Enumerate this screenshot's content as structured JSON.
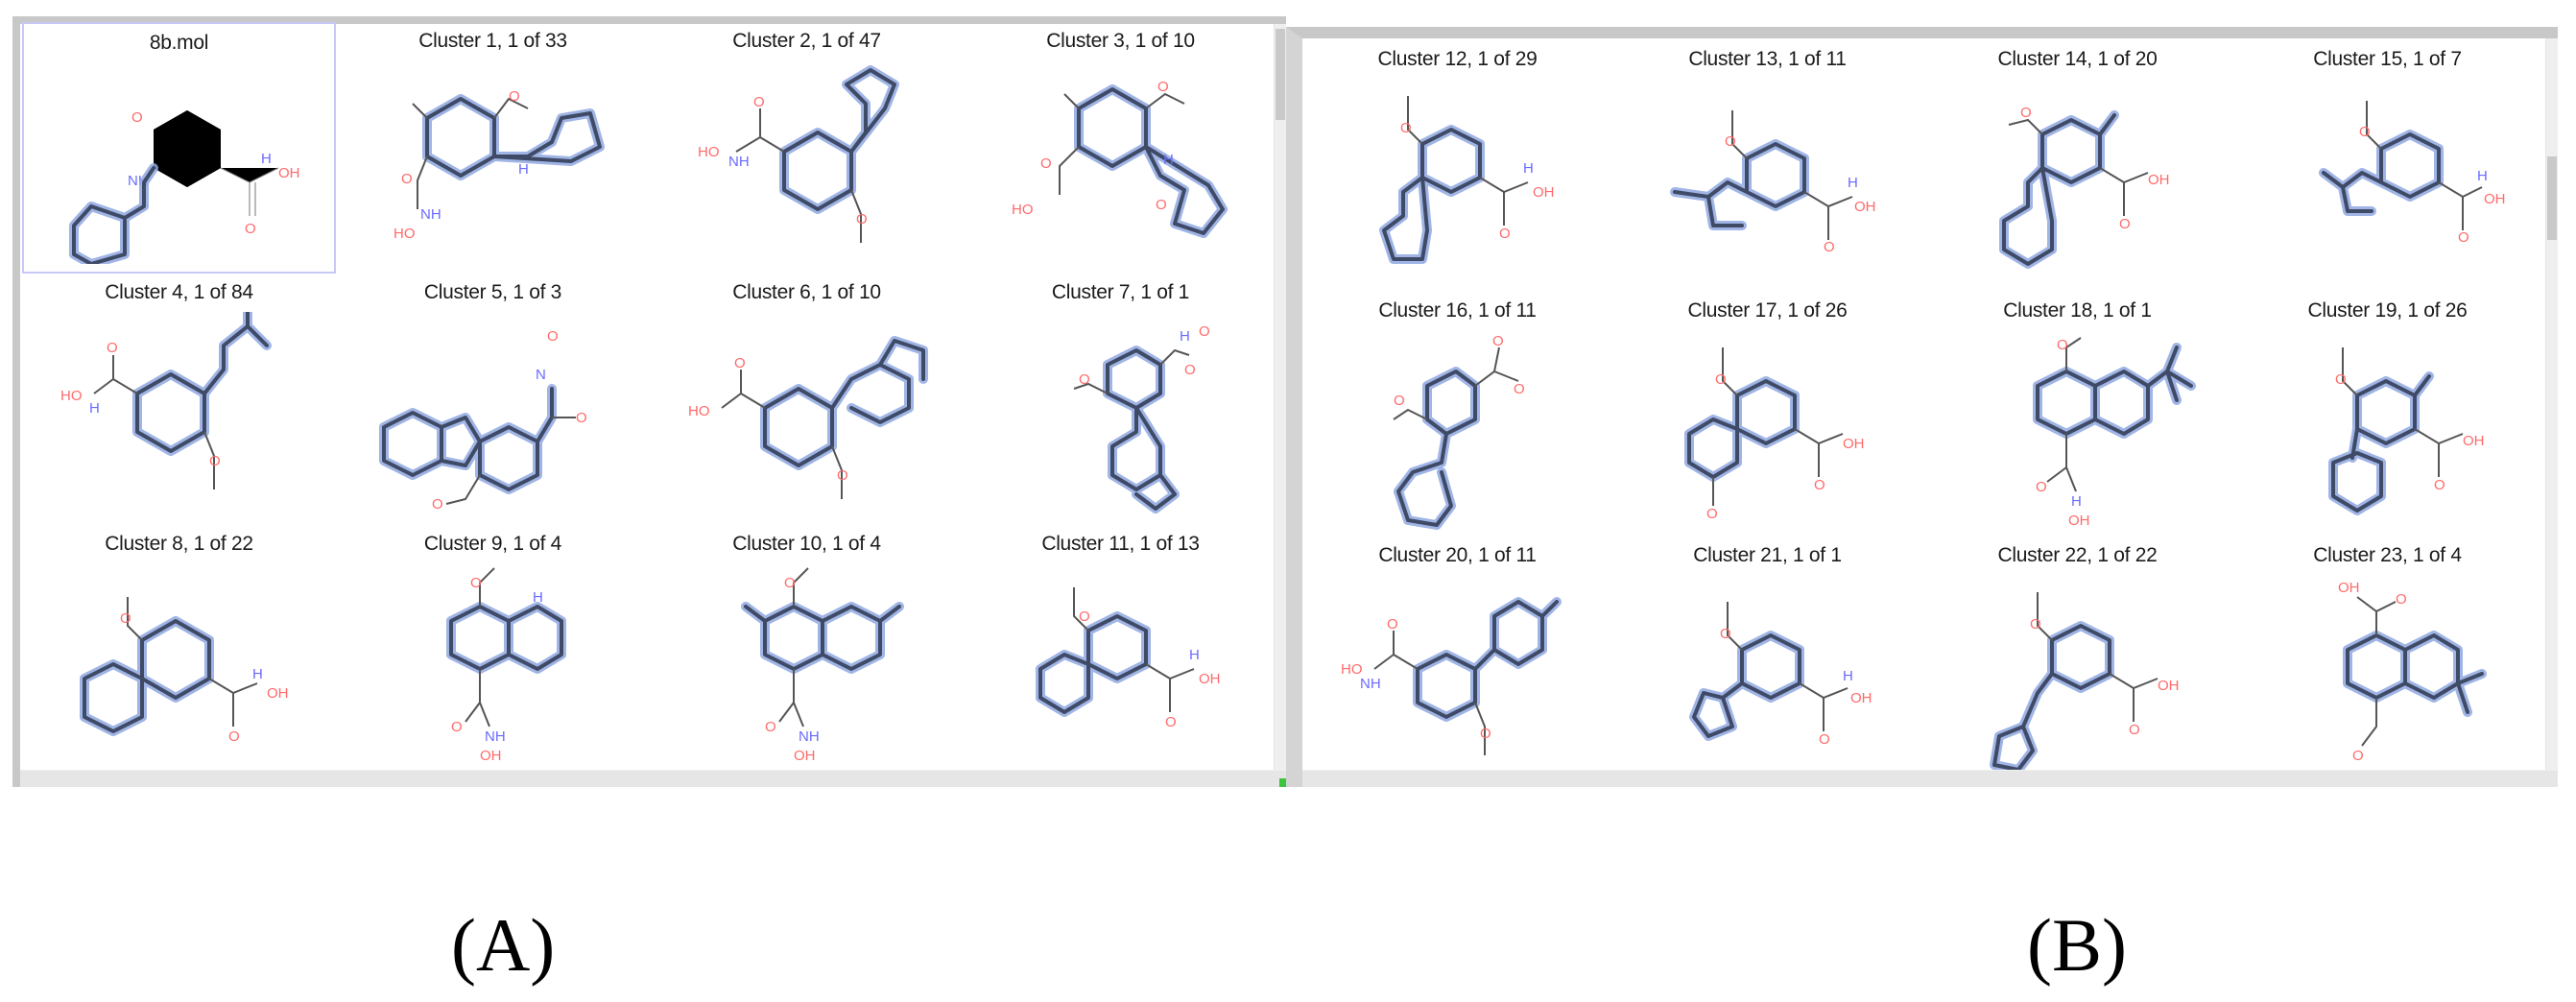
{
  "figure": {
    "captions": {
      "a": "(A)",
      "b": "(B)"
    }
  },
  "panel_a": {
    "cells": [
      {
        "label": "8b.mol",
        "selected": true
      },
      {
        "label": "Cluster 1, 1 of 33"
      },
      {
        "label": "Cluster 2, 1 of 47"
      },
      {
        "label": "Cluster 3, 1 of 10"
      },
      {
        "label": "Cluster 4, 1 of 84"
      },
      {
        "label": "Cluster 5, 1 of 3"
      },
      {
        "label": "Cluster 6, 1 of 10"
      },
      {
        "label": "Cluster 7, 1 of 1"
      },
      {
        "label": "Cluster 8, 1 of 22"
      },
      {
        "label": "Cluster 9, 1 of 4"
      },
      {
        "label": "Cluster 10, 1 of 4"
      },
      {
        "label": "Cluster 11, 1 of 13"
      }
    ]
  },
  "panel_b": {
    "cells": [
      {
        "label": "Cluster 12, 1 of 29"
      },
      {
        "label": "Cluster 13, 1 of 11"
      },
      {
        "label": "Cluster 14, 1 of 20"
      },
      {
        "label": "Cluster 15, 1 of 7"
      },
      {
        "label": "Cluster 16, 1 of 11"
      },
      {
        "label": "Cluster 17, 1 of 26"
      },
      {
        "label": "Cluster 18, 1 of 1"
      },
      {
        "label": "Cluster 19, 1 of 26"
      },
      {
        "label": "Cluster 20, 1 of 11"
      },
      {
        "label": "Cluster 21, 1 of 1"
      },
      {
        "label": "Cluster 22, 1 of 22"
      },
      {
        "label": "Cluster 23, 1 of 4"
      }
    ]
  },
  "atoms": {
    "oxygen": "O",
    "hydroxyl": "OH",
    "nh": "NH",
    "ho": "HO",
    "n": "N",
    "h": "H"
  },
  "colors": {
    "bond": "#3f4a66",
    "highlight": "#8fa8e0",
    "oxygen": "#ff6a6a",
    "nitrogen": "#6a6aff",
    "selection_border": "#c8c8f6",
    "panel_border": "#c8c8c8",
    "status_grip": "#3cc43c"
  }
}
